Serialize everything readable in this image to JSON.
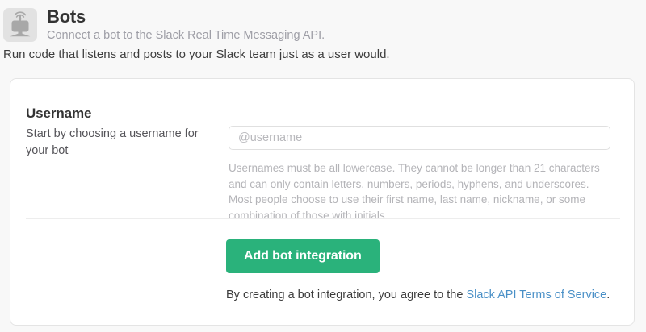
{
  "header": {
    "icon_name": "bot-icon",
    "title": "Bots",
    "subtitle": "Connect a bot to the Slack Real Time Messaging API.",
    "intro": "Run code that listens and posts to your Slack team just as a user would."
  },
  "form": {
    "field_title": "Username",
    "field_description": "Start by choosing a username for your bot",
    "input_value": "",
    "input_placeholder": "@username",
    "help_text": "Usernames must be all lowercase. They cannot be longer than 21 characters and can only contain letters, numbers, periods, hyphens, and underscores. Most people choose to use their first name, last name, nickname, or some combination of those with initials.",
    "submit_label": "Add bot integration",
    "terms_prefix": "By creating a bot integration, you agree to the ",
    "terms_link_label": "Slack API Terms of Service",
    "terms_suffix": "."
  },
  "colors": {
    "page_background": "#f8f8f8",
    "card_background": "#ffffff",
    "card_border": "#e4e4e4",
    "accent_green": "#2ab27b",
    "link_blue": "#4a90c7",
    "heading_text": "#333333",
    "muted_text": "#9e9ea6",
    "help_text": "#b4b4b8",
    "placeholder_text": "#b9b9bd",
    "divider": "#ededed",
    "icon_background": "#e2e2e2"
  }
}
